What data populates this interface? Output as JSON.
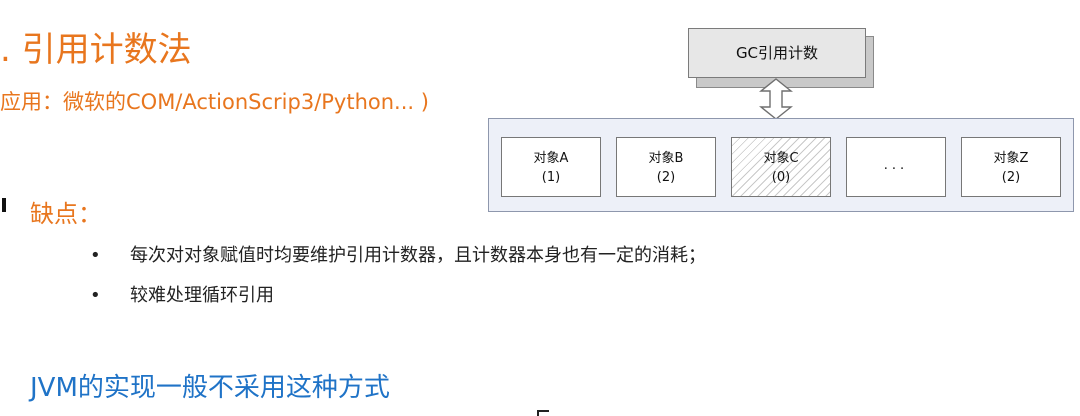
{
  "slide": {
    "title": ". 引用计数法",
    "subtitle": "应用：微软的COM/ActionScrip3/Python... )",
    "section_heading": "缺点：",
    "bullets": [
      {
        "marker": "•",
        "text": "每次对对象赋值时均要维护引用计数器，且计数器本身也有一定的消耗；"
      },
      {
        "marker": "•",
        "text": "较难处理循环引用"
      }
    ],
    "conclusion": "JVM的实现一般不采用这种方式"
  },
  "diagram": {
    "gc_label": "GC引用计数",
    "objects": [
      {
        "name": "对象A",
        "count": "(1)",
        "hatched": false
      },
      {
        "name": "对象B",
        "count": "(2)",
        "hatched": false
      },
      {
        "name": "对象C",
        "count": "(0)",
        "hatched": true
      },
      {
        "name": "...",
        "count": "",
        "hatched": false
      },
      {
        "name": "对象Z",
        "count": "(2)",
        "hatched": false
      }
    ],
    "colors": {
      "accent_orange": "#e8761e",
      "accent_blue": "#1f73c7",
      "container_fill": "#edf0f8",
      "container_border": "#8e97ad"
    }
  }
}
